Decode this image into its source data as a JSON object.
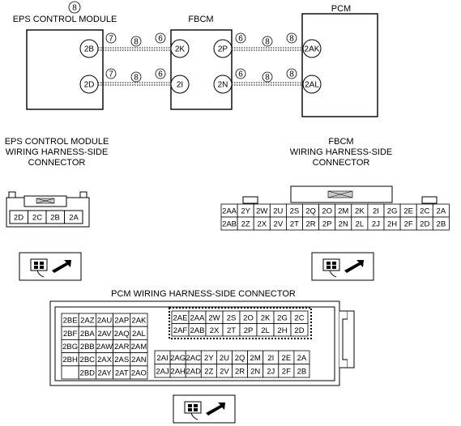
{
  "diagram": {
    "ref_top": "8",
    "modules": {
      "eps": "EPS CONTROL MODULE",
      "fbcm": "FBCM",
      "pcm": "PCM"
    },
    "eps_pins": [
      "2B",
      "2D"
    ],
    "fbcm_left_pins": [
      "2K",
      "2I"
    ],
    "fbcm_right_pins": [
      "2P",
      "2N"
    ],
    "pcm_pins": [
      "2AK",
      "2AL"
    ],
    "wire_marks": {
      "top_left": [
        "7",
        "8",
        "6"
      ],
      "top_right": [
        "6",
        "8",
        "8"
      ],
      "bottom_left": [
        "7",
        "8",
        "6"
      ],
      "bottom_right": [
        "6",
        "8",
        "8"
      ]
    }
  },
  "eps_connector": {
    "title_lines": [
      "EPS CONTROL MODULE",
      "WIRING HARNESS-SIDE",
      "CONNECTOR"
    ],
    "pins": [
      "2D",
      "2C",
      "2B",
      "2A"
    ]
  },
  "fbcm_connector": {
    "title_lines": [
      "FBCM",
      "WIRING HARNESS-SIDE",
      "CONNECTOR"
    ],
    "row1": [
      "2AA",
      "2Y",
      "2W",
      "2U",
      "2S",
      "2Q",
      "2O",
      "2M",
      "2K",
      "2I",
      "2G",
      "2E",
      "2C",
      "2A"
    ],
    "row2": [
      "2AB",
      "2Z",
      "2X",
      "2V",
      "2T",
      "2R",
      "2P",
      "2N",
      "2L",
      "2J",
      "2H",
      "2F",
      "2D",
      "2B"
    ]
  },
  "pcm_connector": {
    "title": "PCM WIRING HARNESS-SIDE CONNECTOR",
    "left_block": [
      [
        "2BE",
        "2AZ",
        "2AU",
        "2AP",
        "2AK"
      ],
      [
        "2BF",
        "2BA",
        "2AV",
        "2AQ",
        "2AL"
      ],
      [
        "2BG",
        "2BB",
        "2AW",
        "2AR",
        "2AM"
      ],
      [
        "2BH",
        "2BC",
        "2AX",
        "2AS",
        "2AN"
      ],
      [
        "",
        "2BD",
        "2AY",
        "2AT",
        "2AO"
      ]
    ],
    "upper_right": [
      [
        "2AE",
        "2AA",
        "2W",
        "2S",
        "2O",
        "2K",
        "2G",
        "2C"
      ],
      [
        "2AF",
        "2AB",
        "2X",
        "2T",
        "2P",
        "2L",
        "2H",
        "2D"
      ]
    ],
    "lower_right": [
      [
        "2AI",
        "2AG",
        "2AC",
        "2Y",
        "2U",
        "2Q",
        "2M",
        "2I",
        "2E",
        "2A"
      ],
      [
        "2AJ",
        "2AH",
        "2AD",
        "2Z",
        "2V",
        "2R",
        "2N",
        "2J",
        "2F",
        "2B"
      ]
    ]
  },
  "icons": [
    "connector-view-icon",
    "connector-view-icon",
    "connector-view-icon"
  ]
}
